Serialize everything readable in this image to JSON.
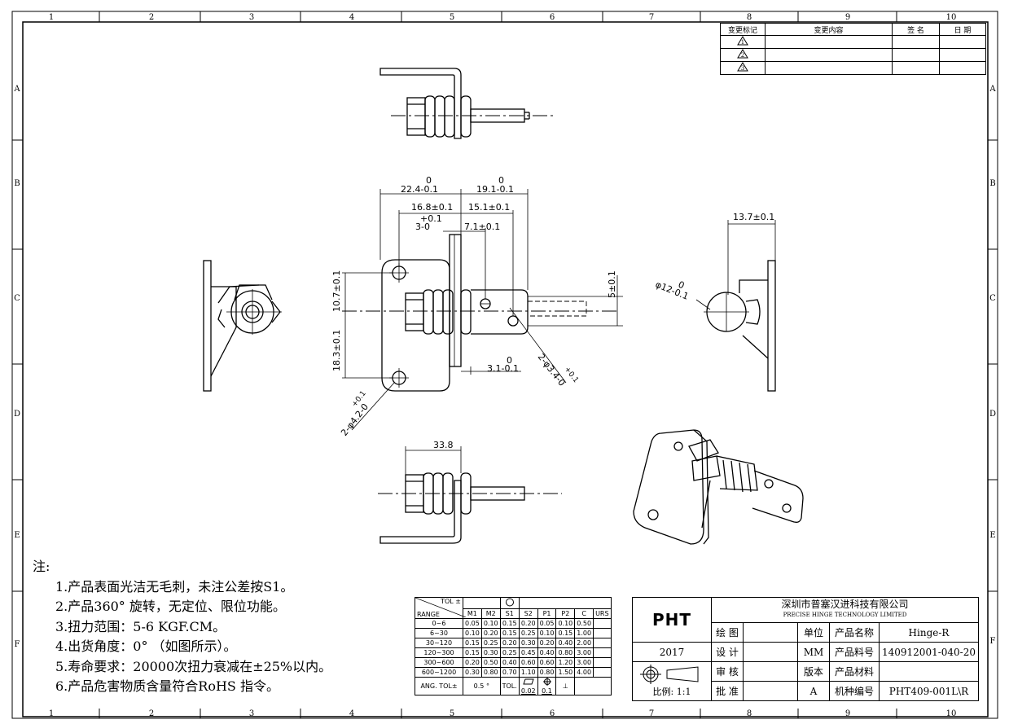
{
  "border": {
    "col_labels": [
      "1",
      "2",
      "3",
      "4",
      "5",
      "6",
      "7",
      "8",
      "9",
      "10"
    ],
    "row_labels": [
      "A",
      "B",
      "C",
      "D",
      "E",
      "F"
    ]
  },
  "change_table": {
    "headers": [
      "变更标记",
      "变更内容",
      "签 名",
      "日 期"
    ],
    "marks": [
      "1",
      "2",
      "3"
    ]
  },
  "dimensions": {
    "d1": "22.4-0.1",
    "d1_sup": "0",
    "d2": "19.1-0.1",
    "d2_sup": "0",
    "d3": "16.8±0.1",
    "d4": "15.1±0.1",
    "d5": "3-0",
    "d5_sup": "+0.1",
    "d6": "7.1±0.1",
    "d7": "10.7±0.1",
    "d8": "18.3±0.1",
    "d9": "5±0.1",
    "d10": "3.1-0.1",
    "d10_sup": "0",
    "d11": "2-φ3.4-0",
    "d11_sup": "+0.1",
    "d12": "2-φ4.2-0",
    "d12_sup": "+0.1",
    "d13": "13.7±0.1",
    "d14": "φ12-0.1",
    "d14_sup": "0",
    "d15": "33.8"
  },
  "notes": {
    "title": "注:",
    "items": [
      "1.产品表面光洁无毛刺，未注公差按S1。",
      "2.产品360° 旋转，无定位、限位功能。",
      "3.扭力范围：5-6 KGF.CM。",
      "4.出货角度：0° （如图所示）。",
      "5.寿命要求：20000次扭力衰减在±25%以内。",
      "6.产品危害物质含量符合RoHS 指令。"
    ]
  },
  "tolerance_table": {
    "corner_top": "TOL ±",
    "corner_bottom": "RANGE",
    "columns": [
      "M1",
      "M2",
      "S1",
      "S2",
      "P1",
      "P2",
      "C",
      "URS"
    ],
    "rows": [
      {
        "range": "0~6",
        "values": [
          "0.05",
          "0.10",
          "0.15",
          "0.20",
          "0.05",
          "0.10",
          "0.50",
          ""
        ]
      },
      {
        "range": "6~30",
        "values": [
          "0.10",
          "0.20",
          "0.15",
          "0.25",
          "0.10",
          "0.15",
          "1.00",
          ""
        ]
      },
      {
        "range": "30~120",
        "values": [
          "0.15",
          "0.25",
          "0.20",
          "0.30",
          "0.20",
          "0.40",
          "2.00",
          ""
        ]
      },
      {
        "range": "120~300",
        "values": [
          "0.15",
          "0.30",
          "0.25",
          "0.45",
          "0.40",
          "0.80",
          "3.00",
          ""
        ]
      },
      {
        "range": "300~600",
        "values": [
          "0.20",
          "0.50",
          "0.40",
          "0.60",
          "0.60",
          "1.20",
          "3.00",
          ""
        ]
      },
      {
        "range": "600~1200",
        "values": [
          "0.30",
          "0.80",
          "0.70",
          "1.10",
          "0.80",
          "1.50",
          "4.00",
          ""
        ]
      }
    ],
    "ang_label": "ANG.  TOL±",
    "ang_value": "0.5 °",
    "tol_label": "TOL.",
    "flatness": "0.02",
    "position": "0.1"
  },
  "title_block": {
    "logo": "PHT",
    "company_cn": "深圳市普塞汉进科技有限公司",
    "company_en": "PRECISE HINGE TECHNOLOGY LIMITED",
    "year": "2017",
    "scale": "比例: 1:1",
    "drawn": "绘 图",
    "design": "设 计",
    "check": "审 核",
    "approve": "批 准",
    "unit_label": "单位",
    "unit_value": "MM",
    "version_label": "版本",
    "version_value": "A",
    "name_label": "产品名称",
    "name_value": "Hinge-R",
    "pn_label": "产品料号",
    "pn_value": "140912001-040-20",
    "material_label": "产品材料",
    "material_value": "",
    "model_label": "机种编号",
    "model_value": "PHT409-001L\\R"
  }
}
